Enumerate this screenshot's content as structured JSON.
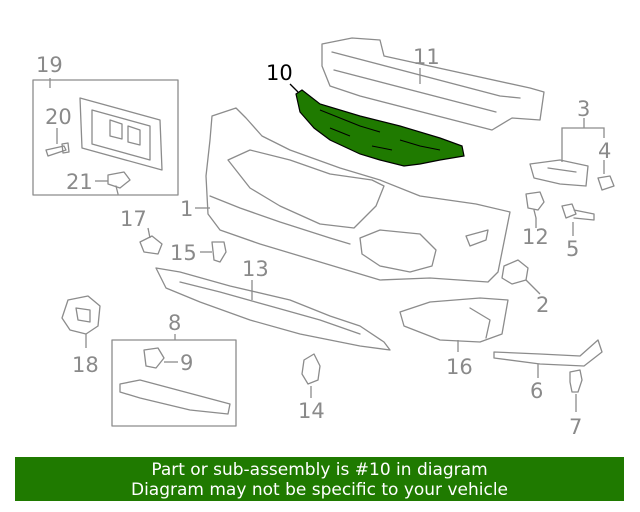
{
  "diagram": {
    "highlight_color": "#1f7a00",
    "line_color": "#8c8c8c",
    "callouts": {
      "c1": "1",
      "c2": "2",
      "c3": "3",
      "c4": "4",
      "c5": "5",
      "c6": "6",
      "c7": "7",
      "c8": "8",
      "c9": "9",
      "c10": "10",
      "c11": "11",
      "c12": "12",
      "c13": "13",
      "c14": "14",
      "c15": "15",
      "c16": "16",
      "c17": "17",
      "c18": "18",
      "c19": "19",
      "c20": "20",
      "c21": "21"
    }
  },
  "banner": {
    "line1": "Part or sub-assembly is #10 in diagram",
    "line2": "Diagram may not be specific to your vehicle",
    "background": "#1f7a00",
    "text_color": "#ffffff"
  }
}
